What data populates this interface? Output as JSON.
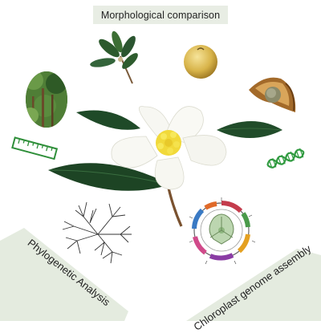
{
  "title": "Morphological comparison",
  "labels": {
    "phylo": "Phylogenetic Analysis",
    "chloroplast": "Chloroplast genome assembly"
  },
  "colors": {
    "panel_bg": "#e4ebdf",
    "leaf_dark": "#1f4a28",
    "petal": "#f7f7f2",
    "stamen": "#f2de3c",
    "ruler": "#2f8f3a",
    "dna": "#2f9a3f"
  },
  "icons": [
    "branch-icon",
    "fruit-icon",
    "seed-capsule-icon",
    "forest-icon",
    "ruler-icon",
    "dna-icon",
    "phylogenetic-tree-icon",
    "chloroplast-genome-map-icon",
    "camellia-flower-icon"
  ]
}
